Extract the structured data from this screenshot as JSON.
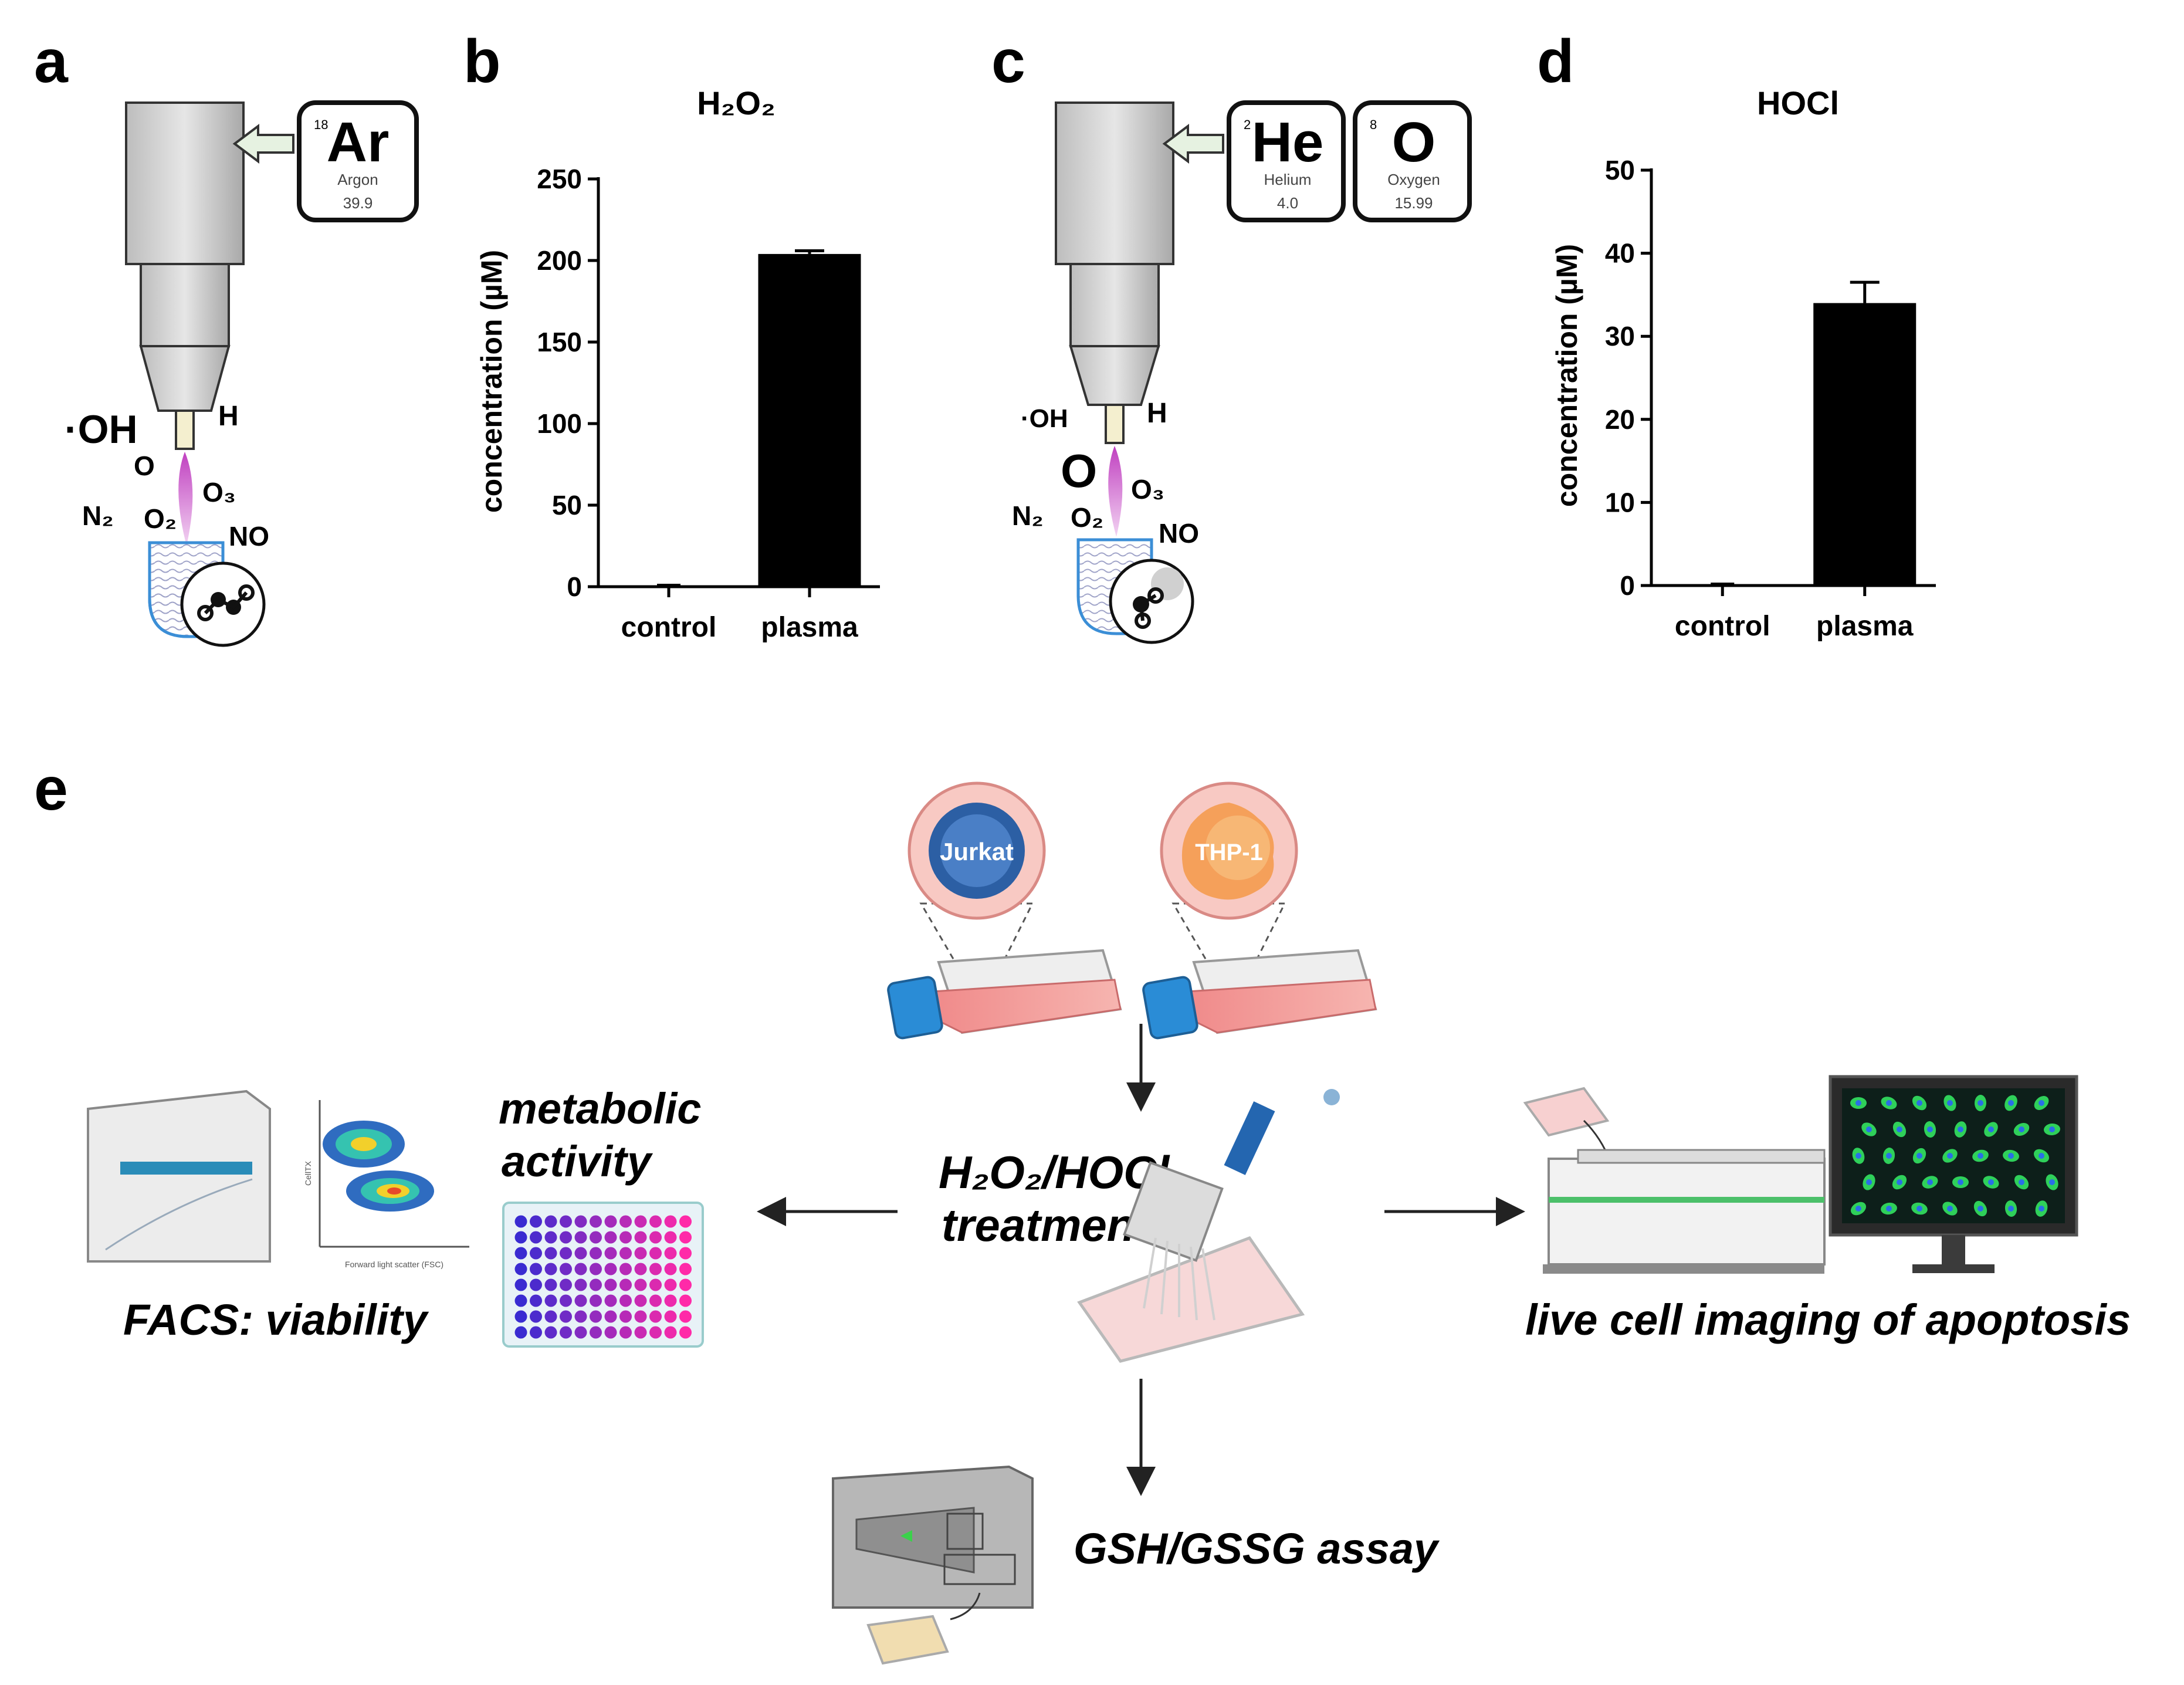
{
  "panel_letters": {
    "a": "a",
    "b": "b",
    "c": "c",
    "d": "d",
    "e": "e"
  },
  "panel_a": {
    "element": {
      "number": "18",
      "symbol": "Ar",
      "name": "Argon",
      "mass": "39.9"
    },
    "species": {
      "oh": "·OH",
      "h": "H",
      "o": "O",
      "o3": "O₃",
      "n2": "N₂",
      "o2": "O₂",
      "no": "NO"
    }
  },
  "panel_c": {
    "elements": [
      {
        "number": "2",
        "symbol": "He",
        "name": "Helium",
        "mass": "4.0"
      },
      {
        "number": "8",
        "symbol": "O",
        "name": "Oxygen",
        "mass": "15.99"
      }
    ],
    "species": {
      "oh": "·OH",
      "h": "H",
      "o": "O",
      "o3": "O₃",
      "n2": "N₂",
      "o2": "O₂",
      "no": "NO"
    }
  },
  "chart_data": [
    {
      "type": "bar",
      "title": "H₂O₂",
      "ylabel": "concentration (µM)",
      "categories": [
        "control",
        "plasma"
      ],
      "values": [
        0,
        204
      ],
      "errors": [
        0,
        2
      ],
      "ylim": [
        0,
        250
      ],
      "yticks": [
        "0",
        "50",
        "100",
        "150",
        "200",
        "250"
      ],
      "bar_color": "#000000"
    },
    {
      "type": "bar",
      "title": "HOCl",
      "ylabel": "concentration (µM)",
      "categories": [
        "control",
        "plasma"
      ],
      "values": [
        0,
        34
      ],
      "errors": [
        0,
        2.5
      ],
      "ylim": [
        0,
        50
      ],
      "yticks": [
        "0",
        "10",
        "20",
        "30",
        "40",
        "50"
      ],
      "bar_color": "#000000"
    }
  ],
  "panel_e": {
    "cell_lines": [
      "Jurkat",
      "THP-1"
    ],
    "treatment_line1": "H₂O₂/HOCl",
    "treatment_line2": "treatment",
    "metabolic_line1": "metabolic",
    "metabolic_line2": "activity",
    "facs_label": "FACS: viability",
    "facs_xaxis": "Forward light scatter (FSC)",
    "facs_yaxis": "CellTX",
    "live_imaging_label": "live cell imaging of apoptosis",
    "gsh_label": "GSH/GSSG assay"
  }
}
